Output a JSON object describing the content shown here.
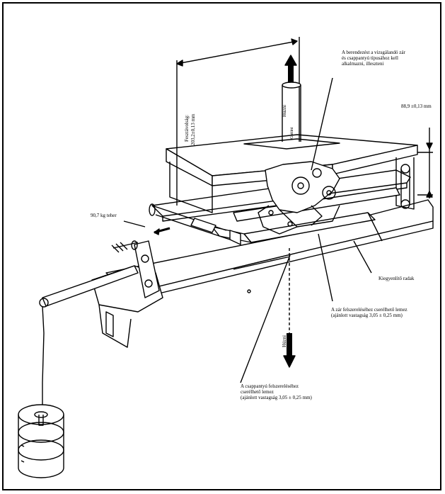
{
  "annotations": {
    "top_note": [
      "A berendezést a vizsgálandó zár",
      "és csappantyú típusához kell",
      "alkalmazni, illeszteni"
    ],
    "length_dim": [
      "Fesztávolság:",
      "203,2±0,13 mm"
    ],
    "height_dim": "88,9 ±0,13 mm",
    "load": "90,7 kg teher",
    "shim": "Kiegyenlítő radak",
    "latch_plate": [
      "A zár felszereléséhez cserélhető lemez",
      "(ajánlott vastagság 3,05 ± 0,25 mm)"
    ],
    "striker_plate": [
      "A csappantyú felszereléséhez",
      "cserélhető lemez",
      "(ajánlott vastagság 3,05 ± 0,25 mm)"
    ],
    "pull_up": "Húzni",
    "pull_up_tag": "Gattini",
    "pull_down": "Húzni"
  }
}
